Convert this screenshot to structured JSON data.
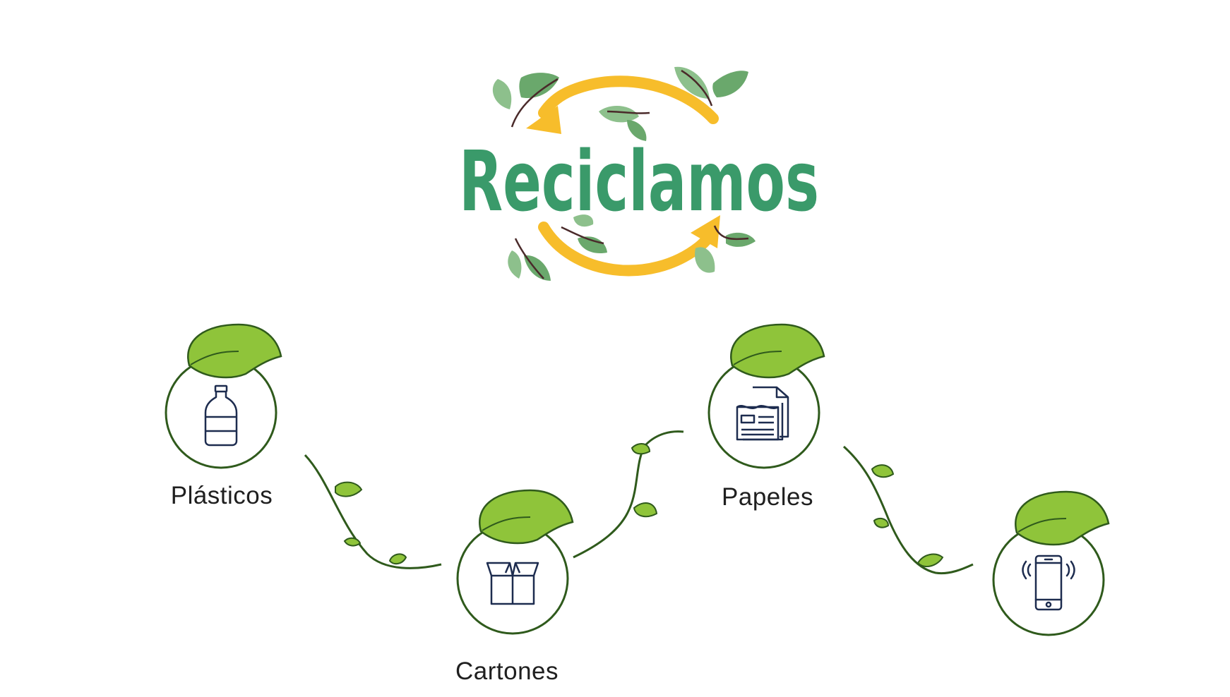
{
  "logo": {
    "text": "Reciclamos",
    "colors": {
      "text": "#3a9a6a",
      "arrows": "#f7bd2b",
      "leaf_light": "#8dc08c",
      "leaf_dark": "#6aa86c",
      "twig": "#4a2a2a"
    },
    "icons": [
      "recycle-arrows-icon",
      "leaf-icon"
    ]
  },
  "nodes": [
    {
      "id": "plasticos",
      "label": "Plásticos",
      "icon": "bottle-icon"
    },
    {
      "id": "cartones",
      "label": "Cartones",
      "icon": "box-icon"
    },
    {
      "id": "papeles",
      "label": "Papeles",
      "icon": "newspaper-icon"
    },
    {
      "id": "electronicos",
      "label": "",
      "icon": "smartphone-icon"
    }
  ],
  "colors": {
    "leaf_fill": "#8fc43a",
    "leaf_stroke": "#2f5a1c",
    "ring_stroke": "#2f5a1c",
    "vine": "#2f5a1c",
    "icon_stroke": "#1d2c4f",
    "label": "#1f1f1f"
  }
}
